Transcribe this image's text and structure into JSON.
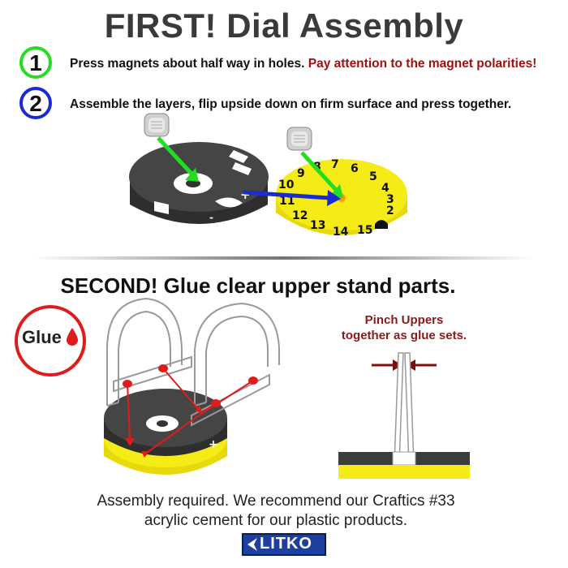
{
  "title": "FIRST! Dial Assembly",
  "step1": {
    "number": "1",
    "text": "Press magnets about half way in holes.",
    "warning": "Pay attention to the magnet polarities!"
  },
  "step2": {
    "number": "2",
    "text": "Assemble the layers, flip upside down on firm surface and press together."
  },
  "dial_numbers": [
    "10",
    "9",
    "8",
    "7",
    "6",
    "5",
    "4",
    "3",
    "2",
    "11",
    "12",
    "13",
    "14",
    "15"
  ],
  "second_heading": "SECOND! Glue clear upper stand parts.",
  "glue_label": "Glue",
  "pinch_label_line1": "Pinch Uppers",
  "pinch_label_line2": "together as glue sets.",
  "footer_line1": "Assembly required. We recommend our Craftics #33",
  "footer_line2": "acrylic cement for our plastic products.",
  "logo_text": "LITKO",
  "colors": {
    "title": "#3a3a3a",
    "step1_ring": "#22dd22",
    "step2_ring": "#1a2bd6",
    "warning": "#a01010",
    "glue_ring": "#e01b1b",
    "dial_yellow": "#f5ec17",
    "base_dark": "#3c3c3c",
    "pinch_text": "#8a1a1a",
    "logo_blue": "#1d3fa0"
  }
}
